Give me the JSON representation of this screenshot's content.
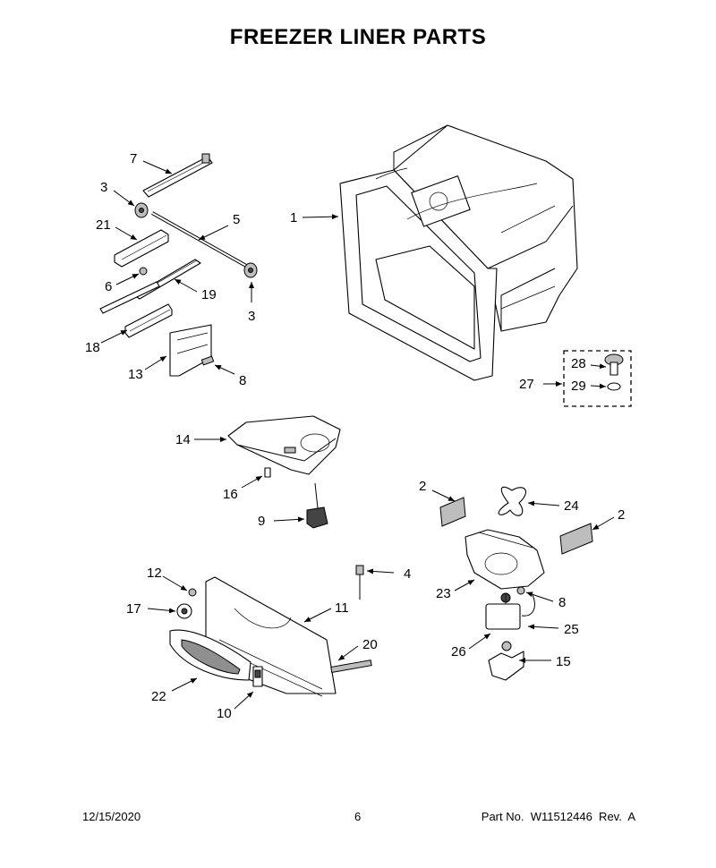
{
  "title": "FREEZER LINER PARTS",
  "footer": {
    "date": "12/15/2020",
    "page": "6",
    "part_number": "Part No.  W11512446  Rev.  A"
  },
  "callouts": [
    "1",
    "2",
    "3",
    "4",
    "5",
    "6",
    "7",
    "8",
    "9",
    "10",
    "11",
    "12",
    "13",
    "14",
    "15",
    "16",
    "17",
    "18",
    "19",
    "20",
    "21",
    "22",
    "23",
    "24",
    "25",
    "26",
    "27",
    "28",
    "29"
  ]
}
